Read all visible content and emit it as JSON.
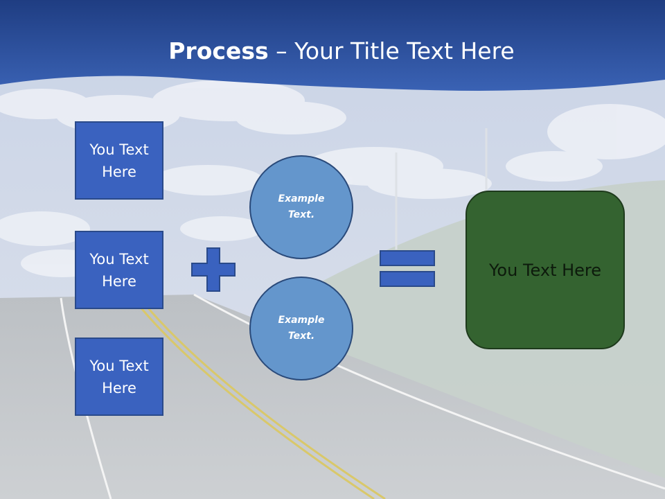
{
  "slide": {
    "title_bold": "Process",
    "title_rest": " – Your Title Text Here",
    "boxes": [
      {
        "label": "You Text Here"
      },
      {
        "label": "You Text Here"
      },
      {
        "label": "You Text Here"
      }
    ],
    "circles": [
      {
        "label": "Example Text."
      },
      {
        "label": "Example Text."
      }
    ],
    "result": {
      "label": "You Text Here"
    }
  },
  "colors": {
    "header_blue": "#2c4f9a",
    "box_blue": "#3a62bf",
    "circle_blue": "#6496cc",
    "result_green": "#346330",
    "road_gray": "#c6c9cd",
    "sky_light": "#d4dbe9"
  },
  "icons": {
    "plus": "plus-icon",
    "equals": "equals-icon"
  }
}
